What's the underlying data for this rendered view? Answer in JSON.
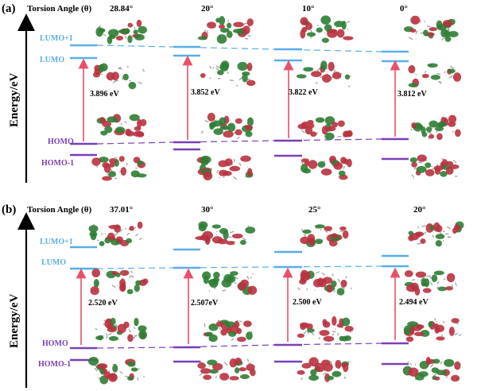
{
  "colors": {
    "lumo": "#5aaee6",
    "homo": "#7a3fb8",
    "arrow": "#e8506a",
    "orb_red": "#b8323f",
    "orb_green": "#2f7d35",
    "atom": "#9a9a9a"
  },
  "panels": [
    {
      "id": "a",
      "label": "(a)",
      "torsion_label": "Torsion Angle (θ)",
      "axis_label": "Energy/eV",
      "level_labels": {
        "lumo1": "LUMO+1",
        "lumo": "LUMO",
        "homo": "HOMO",
        "homo1": "HOMO-1"
      },
      "columns": [
        {
          "angle": "28.84°",
          "gap": "3.896 eV"
        },
        {
          "angle": "20°",
          "gap": "3.852 eV"
        },
        {
          "angle": "10°",
          "gap": "3.822 eV"
        },
        {
          "angle": "0°",
          "gap": "3.812 eV"
        }
      ]
    },
    {
      "id": "b",
      "label": "(b)",
      "torsion_label": "Torsion Angle (θ)",
      "axis_label": "Energy/eV",
      "level_labels": {
        "lumo1": "LUMO+1",
        "lumo": "LUMO",
        "homo": "HOMO",
        "homo1": "HOMO-1"
      },
      "columns": [
        {
          "angle": "37.01°",
          "gap": "2.520 eV"
        },
        {
          "angle": "30°",
          "gap": "2.507eV"
        },
        {
          "angle": "25°",
          "gap": "2.500 eV"
        },
        {
          "angle": "20°",
          "gap": "2.494 eV"
        }
      ]
    }
  ]
}
